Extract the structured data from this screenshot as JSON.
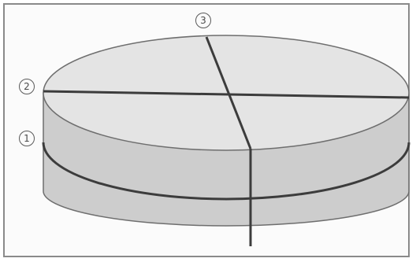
{
  "labels": {
    "marker_1": "1",
    "marker_2": "2",
    "marker_3": "3"
  },
  "colors": {
    "top_face": "#e4e4e4",
    "side_face": "#cdcdcd",
    "cut_line": "#3c3c3c",
    "outline": "#6e6e6e",
    "frame": "#8a8a8a"
  }
}
